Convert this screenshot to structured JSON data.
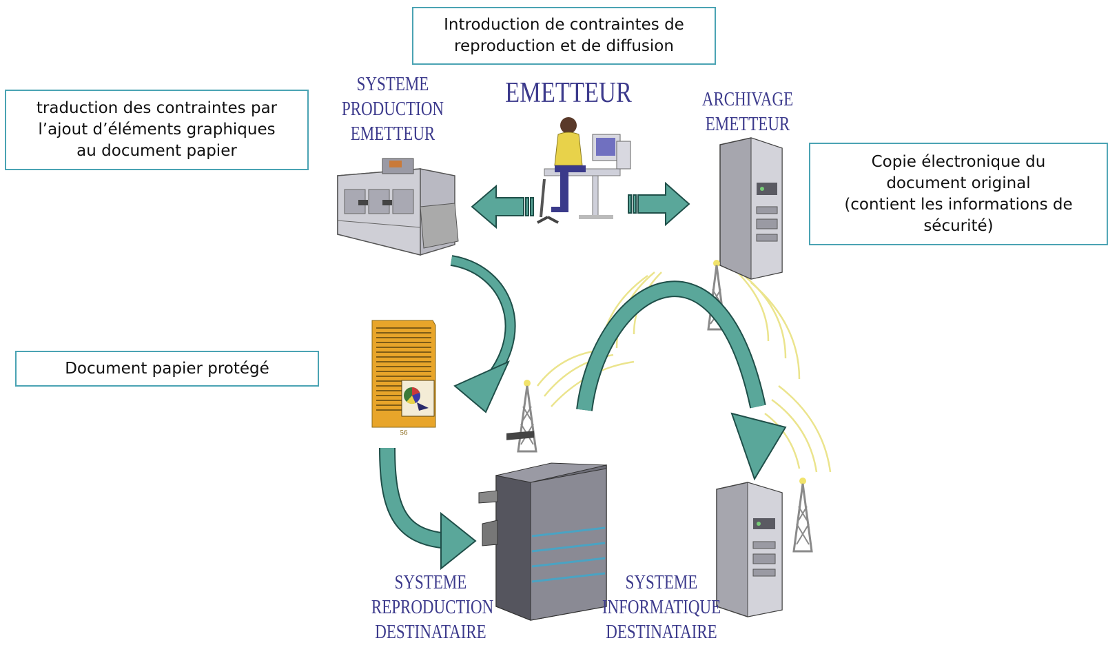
{
  "boxes": {
    "top": "Introduction de contraintes de\nreproduction et de diffusion",
    "left_top": "traduction des contraintes par\nl’ajout d’éléments graphiques\nau document papier",
    "right": "Copie électronique du\ndocument original\n(contient les informations de\nsécurité)",
    "left_mid": "Document papier protégé"
  },
  "labels": {
    "systeme_production": "SYSTEME\nPRODUCTION\nEMETTEUR",
    "emetteur": "EMETTEUR",
    "archivage": "ARCHIVAGE\nEMETTEUR",
    "systeme_reproduction": "SYSTEME\nREPRODUCTION\nDESTINATAIRE",
    "systeme_informatique": "SYSTEME\nINFORMATIQUE\nDESTINATAIRE"
  },
  "document_page_number": "56",
  "colors": {
    "box_border": "#4aa3b3",
    "label_text": "#3c3a8c",
    "arrow_fill": "#5aa79a",
    "arrow_stroke": "#1f4f49",
    "document_fill": "#e8a52a",
    "waves": "#e8e07a"
  }
}
